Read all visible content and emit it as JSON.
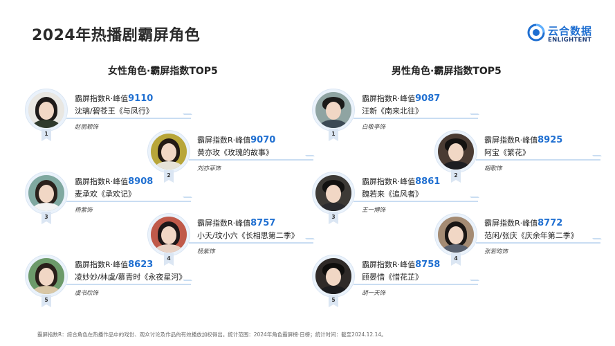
{
  "title": "2024年热播剧霸屏角色",
  "logo": {
    "cn": "云合数据",
    "en": "ENLIGHTENT"
  },
  "female": {
    "title": "女性角色·霸屏指数TOP5",
    "items": [
      {
        "rank": "1",
        "label": "霸屏指数R·峰值",
        "value": "9110",
        "role": "沈璃/碧苍王《与凤行》",
        "actor": "赵丽颖饰"
      },
      {
        "rank": "2",
        "label": "霸屏指数R·峰值",
        "value": "9070",
        "role": "黄亦玫《玫瑰的故事》",
        "actor": "刘亦菲饰"
      },
      {
        "rank": "3",
        "label": "霸屏指数R·峰值",
        "value": "8908",
        "role": "麦承欢《承欢记》",
        "actor": "杨紫饰"
      },
      {
        "rank": "4",
        "label": "霸屏指数R·峰值",
        "value": "8757",
        "role": "小夭/玟小六《长相思第二季》",
        "actor": "杨紫饰"
      },
      {
        "rank": "5",
        "label": "霸屏指数R·峰值",
        "value": "8623",
        "role": "凌妙妙/林虞/慕青时《永夜星河》",
        "actor": "虞书欣饰"
      }
    ]
  },
  "male": {
    "title": "男性角色·霸屏指数TOP5",
    "items": [
      {
        "rank": "1",
        "label": "霸屏指数R·峰值",
        "value": "9087",
        "role": "汪新《南来北往》",
        "actor": "白敬亭饰"
      },
      {
        "rank": "2",
        "label": "霸屏指数R·峰值",
        "value": "8925",
        "role": "阿宝《繁花》",
        "actor": "胡歌饰"
      },
      {
        "rank": "3",
        "label": "霸屏指数R·峰值",
        "value": "8861",
        "role": "魏若来《追风者》",
        "actor": "王一博饰"
      },
      {
        "rank": "4",
        "label": "霸屏指数R·峰值",
        "value": "8772",
        "role": "范闲/张庆《庆余年第二季》",
        "actor": "张若昀饰"
      },
      {
        "rank": "5",
        "label": "霸屏指数R·峰值",
        "value": "8758",
        "role": "顾晏惜《惜花芷》",
        "actor": "胡一天饰"
      }
    ]
  },
  "footnote": "霸屏指数R：综合角色在热播作品中的戏份、观众讨论及作品的有效播放加权得出。统计范围：2024年角色霸屏榜·日榜；统计时间：截至2024.12.14。"
}
